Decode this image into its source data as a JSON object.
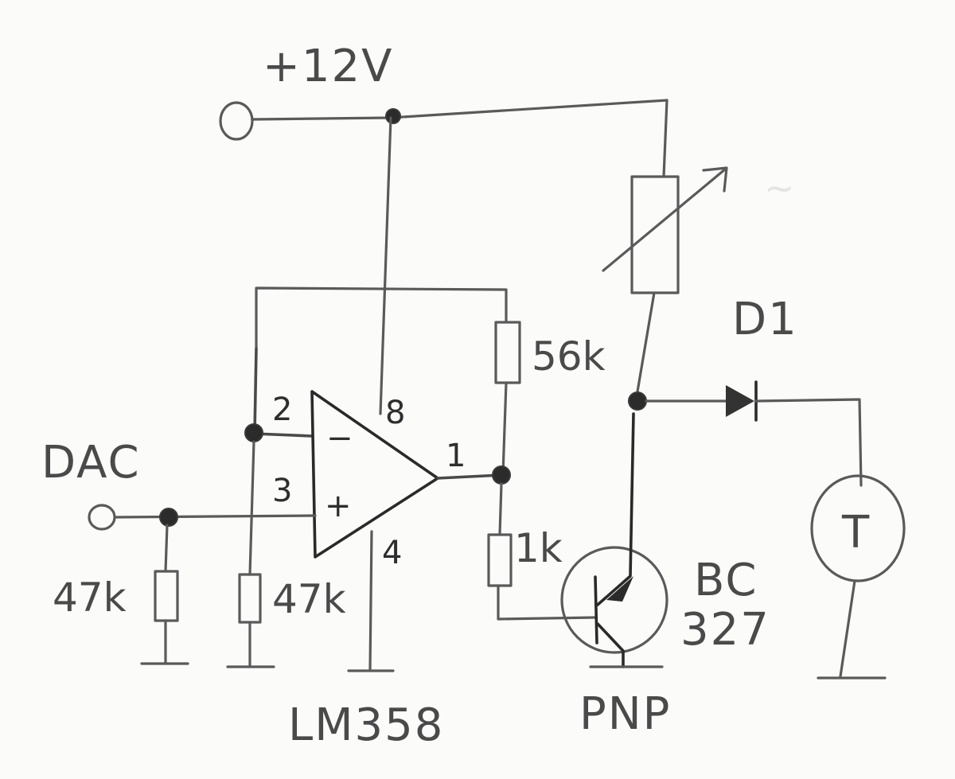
{
  "supply": {
    "label": "+12V"
  },
  "input": {
    "label": "DAC"
  },
  "opamp": {
    "part": "LM358",
    "pin_inverting": "2",
    "pin_noninverting": "3",
    "pin_output": "1",
    "pin_vcc": "8",
    "pin_gnd": "4",
    "minus_sign": "−",
    "plus_sign": "+"
  },
  "resistors": {
    "r_input_to_gnd": "47k",
    "r_feedback_to_gnd": "47k",
    "r_feedback": "56k",
    "r_base": "1k"
  },
  "transistor": {
    "part_line1": "BC",
    "part_line2": "327",
    "type": "PNP"
  },
  "diode": {
    "label": "D1"
  },
  "sensor": {
    "label": "T"
  }
}
